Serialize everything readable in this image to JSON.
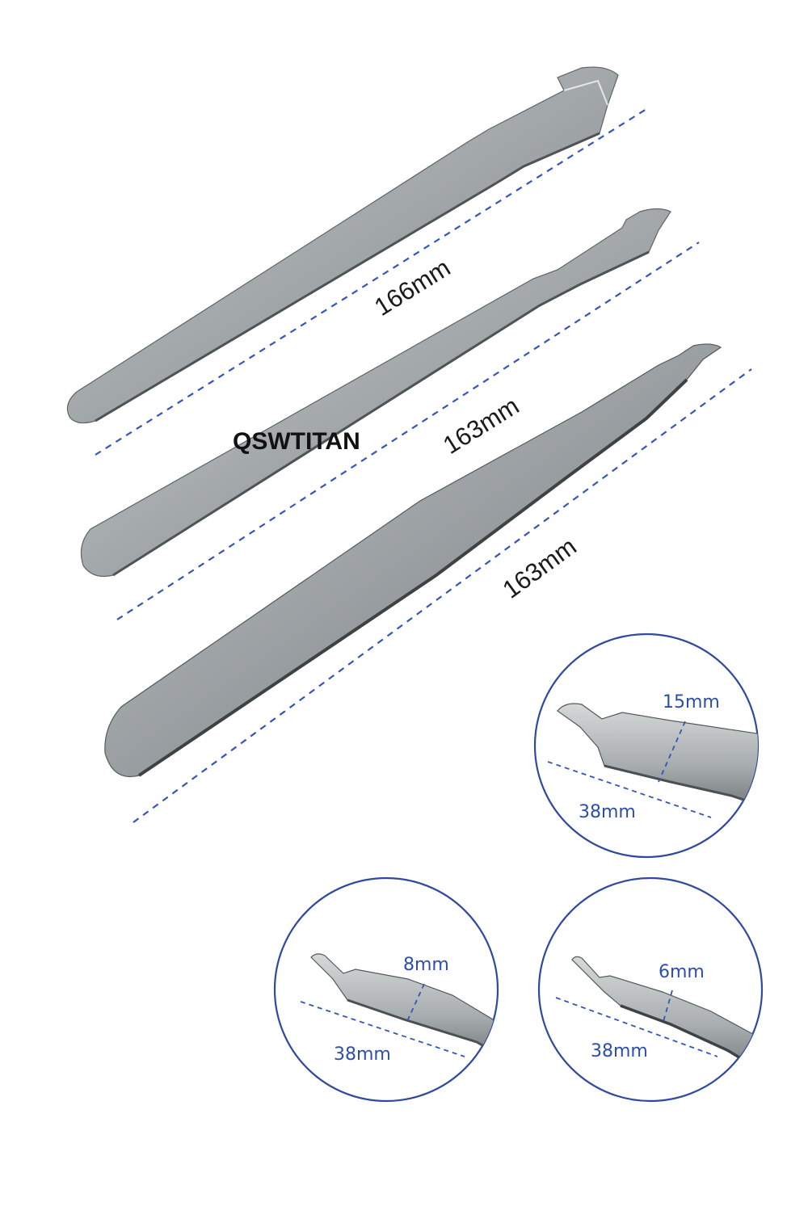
{
  "brand": "QSWTITAN",
  "instruments": [
    {
      "length_label": "166mm"
    },
    {
      "length_label": "163mm"
    },
    {
      "length_label": "163mm"
    }
  ],
  "detail_views": [
    {
      "width_label": "15mm",
      "tip_length_label": "38mm"
    },
    {
      "width_label": "8mm",
      "tip_length_label": "38mm"
    },
    {
      "width_label": "6mm",
      "tip_length_label": "38mm"
    }
  ],
  "colors": {
    "accent": "#3556b5",
    "detail_text": "#2d4faa",
    "steel_light": "#b8bcbe",
    "steel_dark": "#6c7174",
    "label_text": "#1a1a1a"
  }
}
